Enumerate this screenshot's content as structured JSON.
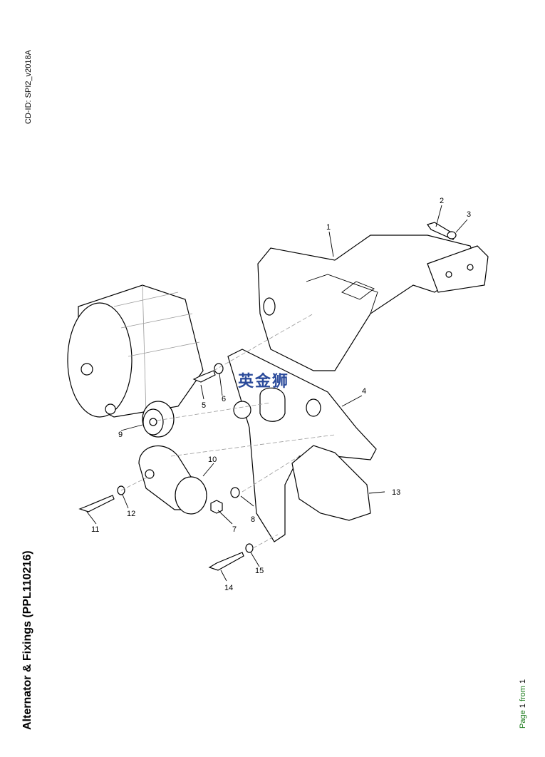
{
  "header": {
    "cd_id": "CD-ID: SPI2_v2018A"
  },
  "document": {
    "title": "Alternator & Fixings (PPL110216)"
  },
  "footer": {
    "page_word": "Page",
    "page_current": "1",
    "from_word": "from",
    "page_total": "1"
  },
  "watermark": "英金狮",
  "callouts": [
    "1",
    "2",
    "3",
    "4",
    "5",
    "6",
    "7",
    "8",
    "9",
    "10",
    "11",
    "12",
    "13",
    "14",
    "15"
  ]
}
